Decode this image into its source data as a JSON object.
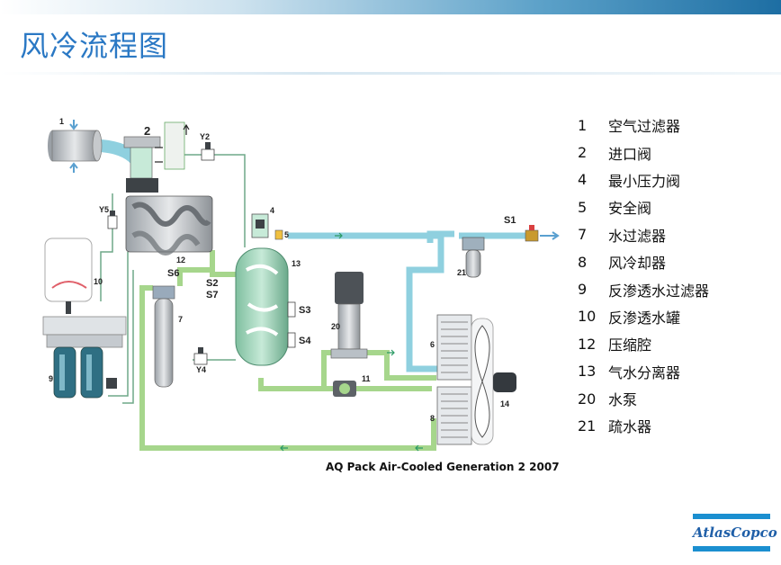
{
  "title": "风冷流程图",
  "legend": [
    {
      "num": "1",
      "label": "空气过滤器"
    },
    {
      "num": "2",
      "label": "进口阀"
    },
    {
      "num": "4",
      "label": "最小压力阀"
    },
    {
      "num": "5",
      "label": "安全阀"
    },
    {
      "num": "7",
      "label": "水过滤器"
    },
    {
      "num": "8",
      "label": "风冷却器"
    },
    {
      "num": "9",
      "label": "反渗透水过滤器"
    },
    {
      "num": "10",
      "label": "反渗透水罐"
    },
    {
      "num": "12",
      "label": "压缩腔"
    },
    {
      "num": "13",
      "label": "气水分离器"
    },
    {
      "num": "20",
      "label": "水泵"
    },
    {
      "num": "21",
      "label": "疏水器"
    }
  ],
  "caption": "AQ Pack Air-Cooled Generation 2 2007",
  "logo_text": "AtlasCopco",
  "labels": {
    "n1": "1",
    "n2": "2",
    "y2": "Y2",
    "n4": "4",
    "n5": "5",
    "y5": "Y5",
    "n12": "12",
    "s6": "S6",
    "s2": "S2",
    "s7": "S7",
    "n13": "13",
    "s3": "S3",
    "s4": "S4",
    "n20": "20",
    "n10": "10",
    "n9": "9",
    "n7": "7",
    "y4": "Y4",
    "n11": "11",
    "n6": "6",
    "n8": "8",
    "n14": "14",
    "s1": "S1",
    "n21": "21"
  },
  "colors": {
    "air_line": "#8fd0df",
    "water_line": "#a6d68c",
    "thin_line": "#6fa889",
    "accent": "#2a78c4"
  }
}
